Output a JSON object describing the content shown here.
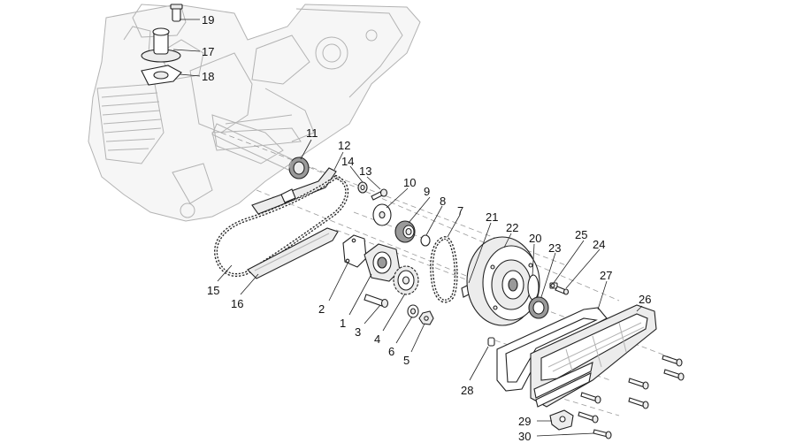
{
  "diagram": {
    "callouts": [
      "1",
      "2",
      "3",
      "4",
      "5",
      "6",
      "7",
      "8",
      "9",
      "10",
      "11",
      "12",
      "13",
      "14",
      "15",
      "16",
      "17",
      "18",
      "19",
      "20",
      "21",
      "22",
      "23",
      "24",
      "25",
      "26",
      "27",
      "28",
      "29",
      "30"
    ]
  },
  "colors": {
    "engine_outline": "#b3b3b3",
    "part_outline": "#222222",
    "background": "#ffffff"
  }
}
